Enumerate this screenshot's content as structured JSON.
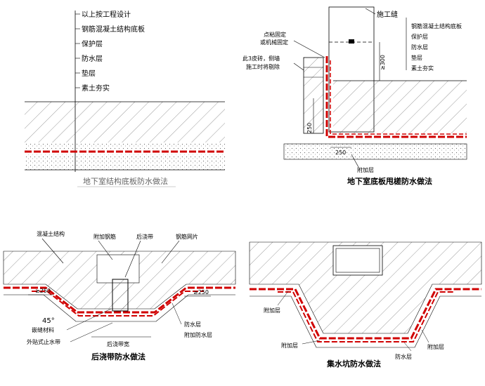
{
  "panels": {
    "top_left": {
      "caption": "地下室结构底板防水做法",
      "layers": [
        "以上按工程设计",
        "钢筋混凝土结构底板",
        "保护层",
        "防水层",
        "垫层",
        "素土夯实"
      ]
    },
    "top_right": {
      "caption": "地下室底板甩槎防水做法",
      "construction_joint": "施工缝",
      "fix_note_1": "点粘固定",
      "fix_note_2": "或机械固定",
      "brick_note_1": "此3皮砖，侧墙",
      "brick_note_2": "施工时将剔除",
      "dim_300": "≥300",
      "dim_250_v": "250",
      "dim_250_h": "250",
      "extra_layer": "附加层",
      "layers": [
        "钢筋混凝土结构底板",
        "保护层",
        "防水层",
        "垫层",
        "素土夯实"
      ]
    },
    "bottom_left": {
      "caption": "后浇带防水做法",
      "concrete": "混凝土结构",
      "extra_rebar": "附加钢筋",
      "post_pour": "后浇带",
      "mesh": "钢筋网片",
      "dim_left": "≥250",
      "dim_right": "≥250",
      "angle": "45°",
      "seal_1": "嵌缝材料",
      "seal_2": "外贴式止水带",
      "width_label": "后浇带宽",
      "waterproof": "防水层",
      "extra_waterproof": "附加防水层"
    },
    "bottom_right": {
      "caption": "集水坑防水做法",
      "extra_1": "附加层",
      "extra_2": "附加层",
      "waterproof": "防水层",
      "extra_3": "附加层"
    }
  },
  "colors": {
    "membrane": "#d00000",
    "line": "#000000",
    "caption_gray": "#666666"
  }
}
